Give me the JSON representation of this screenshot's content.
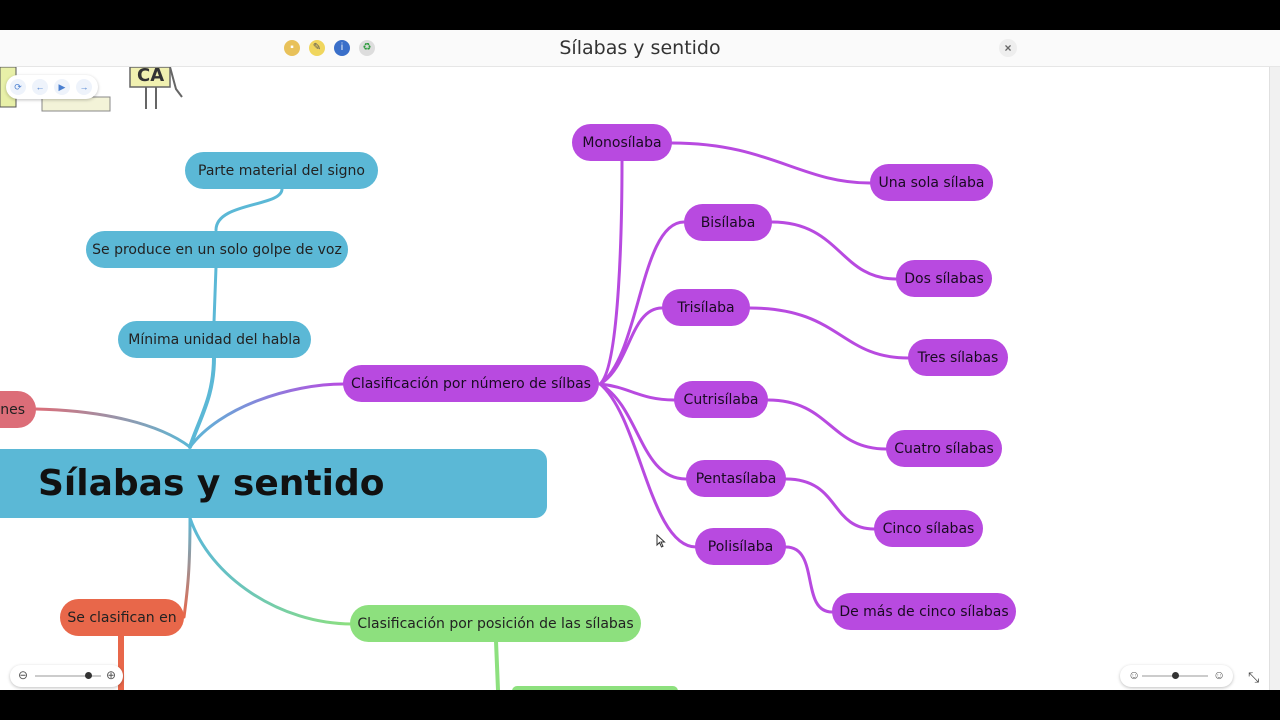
{
  "window": {
    "title": "Sílabas y sentido"
  },
  "toolbar": {
    "icons": [
      "folder-icon",
      "pencil-icon",
      "info-icon",
      "share-icon"
    ],
    "close_glyph": "×"
  },
  "slideshow": {
    "stamp_text": "CA"
  },
  "mindmap": {
    "root": "Sílabas y sentido",
    "nodes": {
      "parte_material": "Parte material del signo",
      "golpe_voz": "Se produce en un solo golpe de voz",
      "minima_unidad": "Mínima unidad del habla",
      "partial_left": "nes",
      "clasif_numero": "Clasificación por número de sílbas",
      "monosilaba": "Monosílaba",
      "una_sola": "Una sola sílaba",
      "bisilaba": "Bisílaba",
      "dos": "Dos sílabas",
      "trisilaba": "Trisílaba",
      "tres": "Tres sílabas",
      "cutrisilaba": "Cutrisílaba",
      "cuatro": "Cuatro sílabas",
      "pentasilaba": "Pentasílaba",
      "cinco": "Cinco sílabas",
      "polisilaba": "Polisílaba",
      "mas_cinco": "De más de cinco sílabas",
      "se_clasifican": "Se clasifican en",
      "clasif_posicion": "Clasificación por posición de las sílabas"
    },
    "colors": {
      "blue": "#5bb8d6",
      "purple": "#b84ae0",
      "green": "#8de07e",
      "orange": "#e8674a",
      "red": "#dc6d78"
    }
  },
  "zoom": {
    "left_minus": "−",
    "left_plus": "+",
    "level": 0.78,
    "right_level": 0.5
  }
}
